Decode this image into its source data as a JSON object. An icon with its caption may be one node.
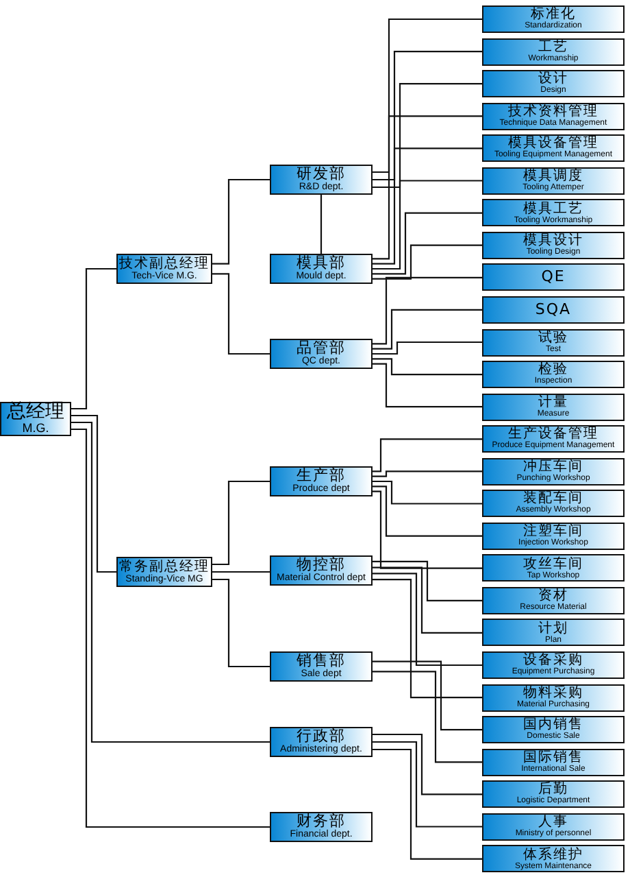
{
  "diagram": {
    "nodes": [
      {
        "text": [
          "总经理",
          "M.G."
        ]
      },
      {
        "text": [
          "技术副总经理",
          "Tech-Vice M.G."
        ]
      },
      {
        "text": [
          "常务副总经理",
          "Standing-Vice MG"
        ]
      },
      {
        "text": [
          "研发部",
          "R&D dept."
        ]
      },
      {
        "text": [
          "模具部",
          "Mould dept."
        ]
      },
      {
        "text": [
          "品管部",
          "QC dept."
        ]
      },
      {
        "text": [
          "生产部",
          "Produce dept"
        ]
      },
      {
        "text": [
          "物控部",
          "Material Control dept"
        ]
      },
      {
        "text": [
          "销售部",
          "Sale dept"
        ]
      },
      {
        "text": [
          "行政部",
          "Administering dept."
        ]
      },
      {
        "text": [
          "财务部",
          "Financial dept."
        ]
      },
      {
        "text": [
          "标准化",
          "Standardization"
        ]
      },
      {
        "text": [
          "工艺",
          "Workmanship"
        ]
      },
      {
        "text": [
          "设计",
          "Design"
        ]
      },
      {
        "text": [
          "技术资料管理",
          "Technique Data Management"
        ]
      },
      {
        "text": [
          "模具设备管理",
          "Tooling Equipment Management"
        ]
      },
      {
        "text": [
          "模具调度",
          "Tooling Attemper"
        ]
      },
      {
        "text": [
          "模具工艺",
          "Tooling Workmanship"
        ]
      },
      {
        "text": [
          "模具设计",
          "Tooling Design"
        ]
      },
      {
        "text": [
          "QE"
        ]
      },
      {
        "text": [
          "SQA"
        ]
      },
      {
        "text": [
          "试验",
          "Test"
        ]
      },
      {
        "text": [
          "检验",
          "Inspection"
        ]
      },
      {
        "text": [
          "计量",
          "Measure"
        ]
      },
      {
        "text": [
          "生产设备管理",
          "Produce Equipment Management"
        ]
      },
      {
        "text": [
          "冲压车间",
          "Punching Workshop"
        ]
      },
      {
        "text": [
          "装配车间",
          "Assembly Workshop"
        ]
      },
      {
        "text": [
          "注塑车间",
          "Injection Workshop"
        ]
      },
      {
        "text": [
          "攻丝车间",
          "Tap Workshop"
        ]
      },
      {
        "text": [
          "资材",
          "Resource Material"
        ]
      },
      {
        "text": [
          "计划",
          "Plan"
        ]
      },
      {
        "text": [
          "设备采购",
          "Equipment Purchasing"
        ]
      },
      {
        "text": [
          "物料采购",
          "Material Purchasing"
        ]
      },
      {
        "text": [
          "国内销售",
          "Domestic Sale"
        ]
      },
      {
        "text": [
          "国际销售",
          "International Sale"
        ]
      },
      {
        "text": [
          "后勤",
          "Logistic Department"
        ]
      },
      {
        "text": [
          "人事",
          "Ministry of personnel"
        ]
      },
      {
        "text": [
          "体系维护",
          "System Maintenance"
        ]
      }
    ],
    "edges": [
      {
        "from": 0,
        "to": 1,
        "arrow": "none"
      },
      {
        "from": 0,
        "to": 2,
        "arrow": "none"
      },
      {
        "from": 0,
        "to": 9,
        "arrow": "none"
      },
      {
        "from": 0,
        "to": 10,
        "arrow": "none"
      },
      {
        "from": 1,
        "to": 3,
        "arrow": "none"
      },
      {
        "from": 1,
        "to": 5,
        "arrow": "none"
      },
      {
        "from": 3,
        "to": 4,
        "arrow": "none"
      },
      {
        "from": 2,
        "to": 6,
        "arrow": "none"
      },
      {
        "from": 2,
        "to": 7,
        "arrow": "none"
      },
      {
        "from": 2,
        "to": 8,
        "arrow": "none"
      },
      {
        "from": 3,
        "to": 11,
        "arrow": "none"
      },
      {
        "from": 3,
        "to": 12,
        "arrow": "none"
      },
      {
        "from": 3,
        "to": 13,
        "arrow": "none"
      },
      {
        "from": 4,
        "to": 14,
        "arrow": "none"
      },
      {
        "from": 4,
        "to": 15,
        "arrow": "none"
      },
      {
        "from": 4,
        "to": 16,
        "arrow": "none"
      },
      {
        "from": 4,
        "to": 17,
        "arrow": "none"
      },
      {
        "from": 4,
        "to": 18,
        "arrow": "none"
      },
      {
        "from": 5,
        "to": 19,
        "arrow": "none"
      },
      {
        "from": 5,
        "to": 20,
        "arrow": "none"
      },
      {
        "from": 5,
        "to": 21,
        "arrow": "none"
      },
      {
        "from": 5,
        "to": 22,
        "arrow": "none"
      },
      {
        "from": 5,
        "to": 23,
        "arrow": "none"
      },
      {
        "from": 6,
        "to": 24,
        "arrow": "none"
      },
      {
        "from": 6,
        "to": 25,
        "arrow": "none"
      },
      {
        "from": 6,
        "to": 26,
        "arrow": "none"
      },
      {
        "from": 6,
        "to": 27,
        "arrow": "none"
      },
      {
        "from": 6,
        "to": 28,
        "arrow": "none"
      },
      {
        "from": 7,
        "to": 29,
        "arrow": "none"
      },
      {
        "from": 7,
        "to": 30,
        "arrow": "none"
      },
      {
        "from": 7,
        "to": 31,
        "arrow": "none"
      },
      {
        "from": 7,
        "to": 32,
        "arrow": "none"
      },
      {
        "from": 8,
        "to": 33,
        "arrow": "none"
      },
      {
        "from": 8,
        "to": 34,
        "arrow": "none"
      },
      {
        "from": 9,
        "to": 35,
        "arrow": "none"
      },
      {
        "from": 9,
        "to": 36,
        "arrow": "none"
      },
      {
        "from": 9,
        "to": 37,
        "arrow": "none"
      }
    ]
  }
}
